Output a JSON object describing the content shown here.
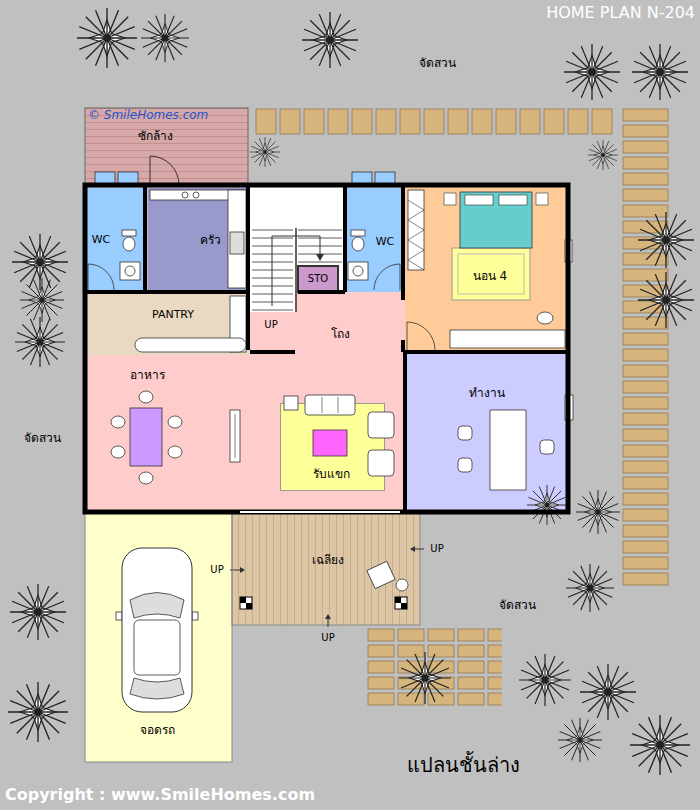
{
  "diagram": {
    "title": "HOME PLAN N-204",
    "caption": "แปลนชั้นล่าง",
    "nodes": [
      {
        "text": [
          "ซักล้าง"
        ]
      },
      {
        "text": [
          "WC"
        ]
      },
      {
        "text": [
          "ครัว"
        ]
      },
      {
        "text": [
          "STO"
        ]
      },
      {
        "text": [
          "WC"
        ]
      },
      {
        "text": [
          "นอน 4"
        ]
      },
      {
        "text": [
          "PANTRY"
        ]
      },
      {
        "text": [
          "โถง"
        ]
      },
      {
        "text": [
          "อาหาร"
        ]
      },
      {
        "text": [
          "รับแขก"
        ],
        "in": 8
      },
      {
        "text": [
          "ทำงาน"
        ]
      },
      {
        "text": [
          "เฉลียง"
        ]
      },
      {
        "text": [
          "จอดรถ"
        ]
      }
    ],
    "labels": [
      "จัดสวน",
      "© SmileHomes.com",
      "UP",
      "จัดสวน",
      "UP",
      "UP",
      "จัดสวน",
      "UP",
      "Copyright : www.SmileHomes.com"
    ]
  }
}
